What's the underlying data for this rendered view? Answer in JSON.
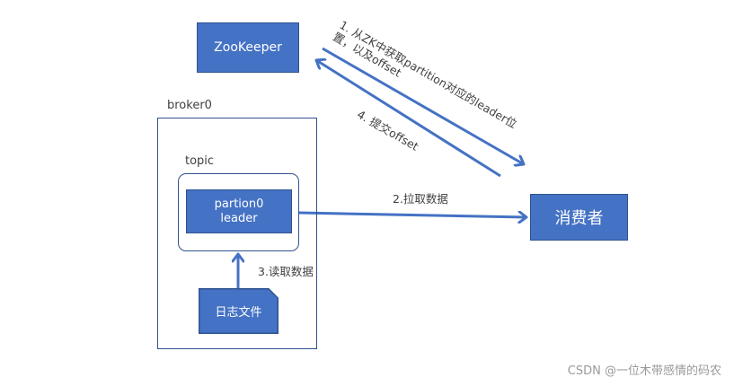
{
  "diagram": {
    "zookeeper_label": "ZooKeeper",
    "broker_label": "broker0",
    "topic_label": "topic",
    "partition": {
      "line1": "partion0",
      "line2": "leader"
    },
    "logfile_label": "日志文件",
    "consumer_label": "消费者",
    "steps": {
      "step1": "1. 从ZK中获取partition对应的leader位置，以及offset",
      "step2": "2.拉取数据",
      "step3": "3.读取数据",
      "step4": "4. 提交offset"
    },
    "colors": {
      "box_fill": "#4472c4",
      "box_border": "#2f528f",
      "arrow": "#4472c4",
      "text": "#404040"
    }
  },
  "watermark": "CSDN @一位木带感情的码农"
}
